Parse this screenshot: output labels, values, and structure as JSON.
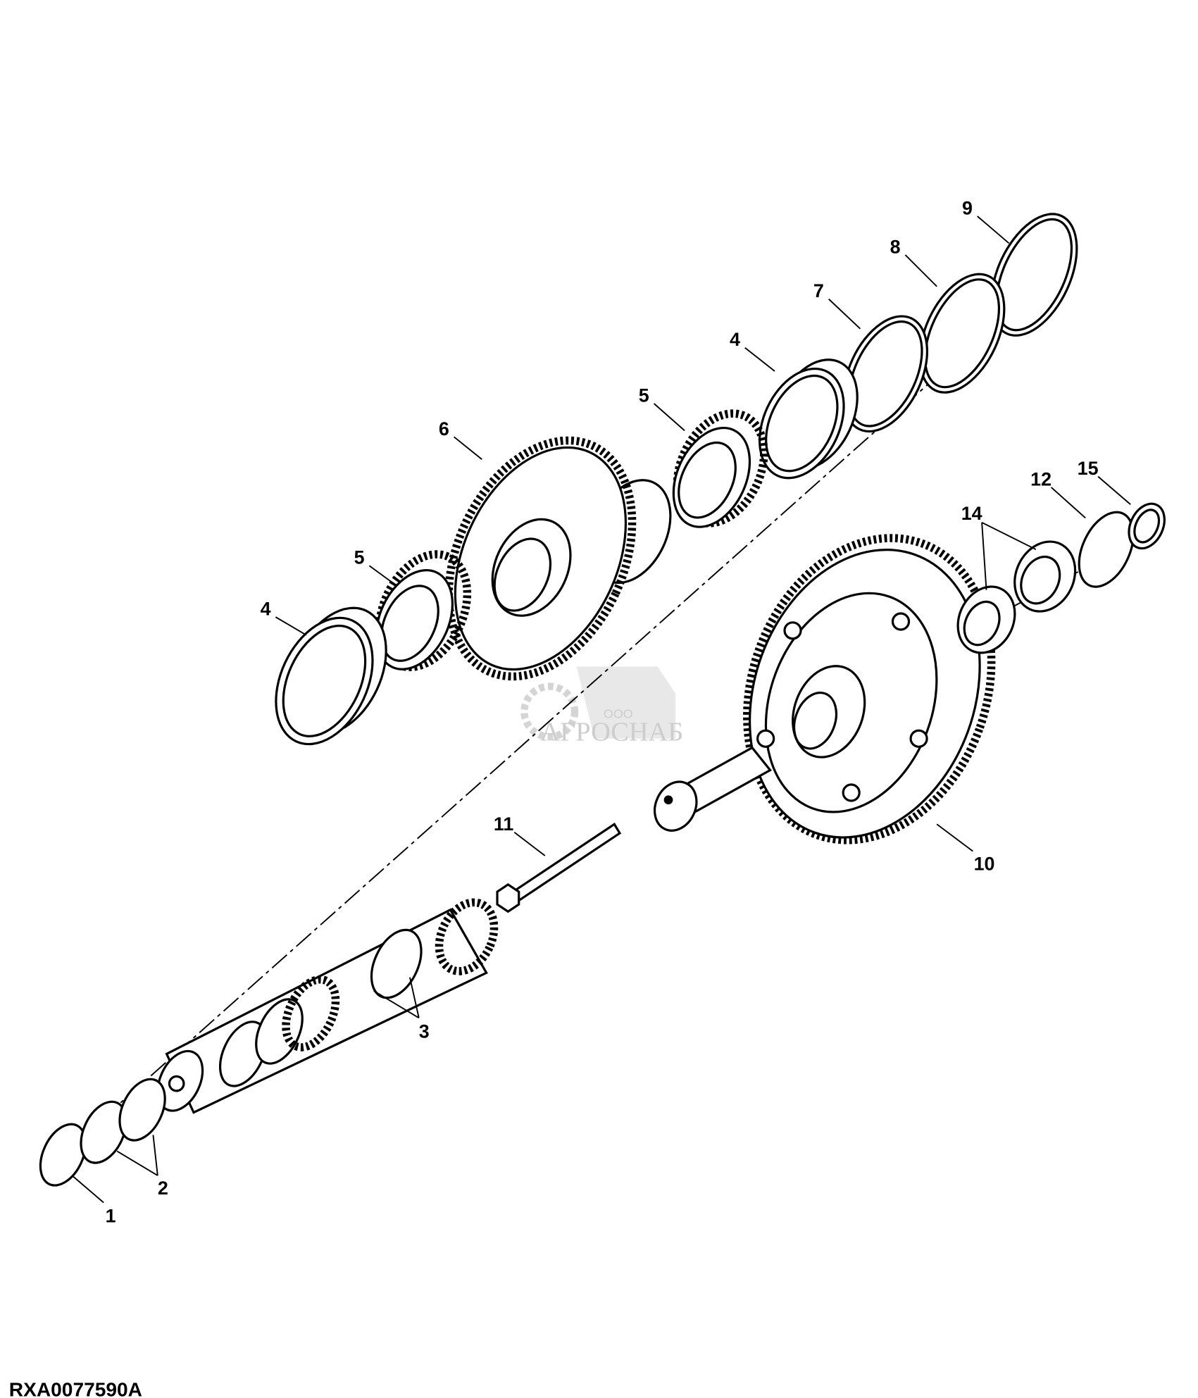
{
  "diagram": {
    "code": "RXA0077590A",
    "callouts": [
      "1",
      "2",
      "3",
      "4",
      "4",
      "5",
      "5",
      "6",
      "7",
      "8",
      "9",
      "10",
      "11",
      "12",
      "14",
      "15"
    ],
    "watermark": {
      "prefix": "ООО",
      "name": "АГРОСНАБ"
    }
  }
}
